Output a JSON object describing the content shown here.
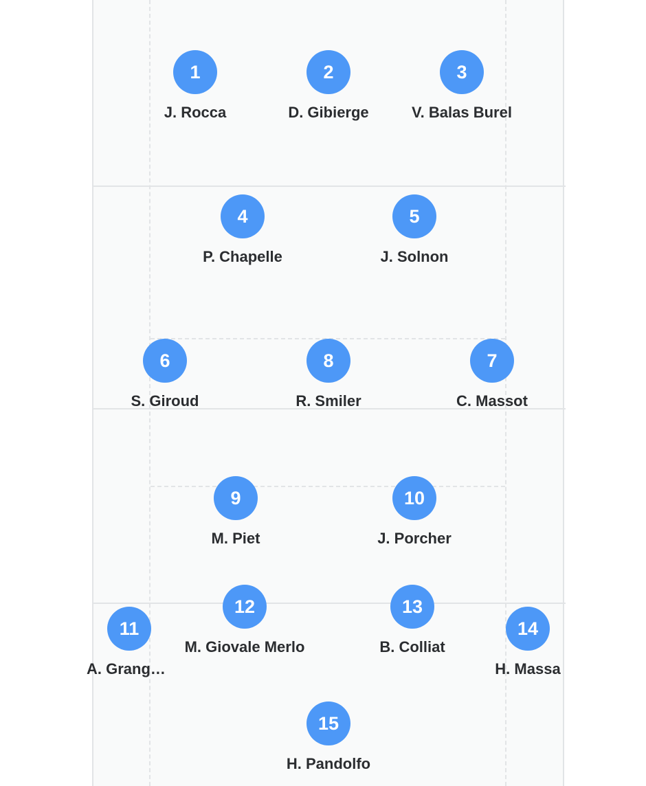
{
  "players": [
    {
      "number": "1",
      "name": "J. Rocca"
    },
    {
      "number": "2",
      "name": "D. Gibierge"
    },
    {
      "number": "3",
      "name": "V. Balas Burel"
    },
    {
      "number": "4",
      "name": "P. Chapelle"
    },
    {
      "number": "5",
      "name": "J. Solnon"
    },
    {
      "number": "6",
      "name": "S. Giroud"
    },
    {
      "number": "8",
      "name": "R. Smiler"
    },
    {
      "number": "7",
      "name": "C. Massot"
    },
    {
      "number": "9",
      "name": "M. Piet"
    },
    {
      "number": "10",
      "name": "J. Porcher"
    },
    {
      "number": "12",
      "name": "M. Giovale Merlo"
    },
    {
      "number": "13",
      "name": "B. Colliat"
    },
    {
      "number": "11",
      "name": "A. Grangeon"
    },
    {
      "number": "14",
      "name": "H. Massa"
    },
    {
      "number": "15",
      "name": "H. Pandolfo"
    }
  ],
  "colors": {
    "badge": "#4d98f7",
    "field": "#f9fafa",
    "lines": "#e2e4e6",
    "text": "#2b2d30"
  }
}
